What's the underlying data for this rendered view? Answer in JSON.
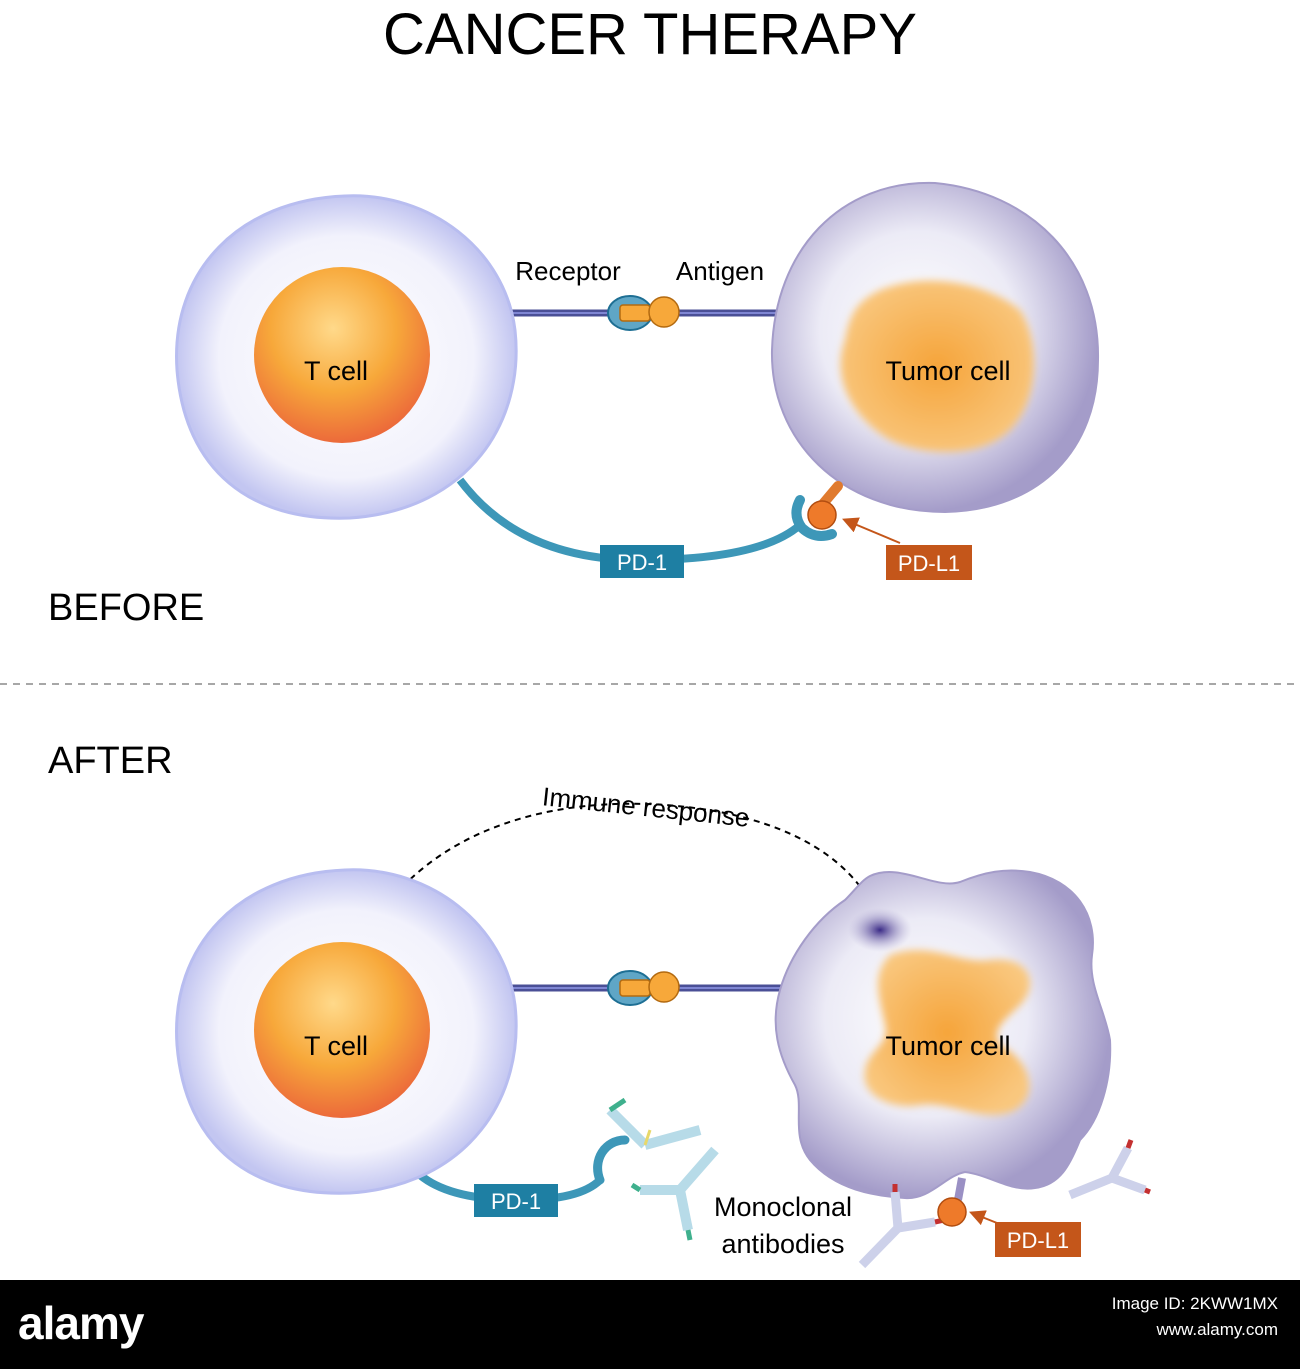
{
  "title": "CANCER THERAPY",
  "before": {
    "heading": "BEFORE",
    "t_cell_label": "T cell",
    "tumor_cell_label": "Tumor cell",
    "receptor_label": "Receptor",
    "antigen_label": "Antigen",
    "pd1_label": "PD-1",
    "pdl1_label": "PD-L1"
  },
  "after": {
    "heading": "AFTER",
    "t_cell_label": "T cell",
    "tumor_cell_label": "Tumor cell",
    "immune_response_label": "Immune response",
    "pd1_label": "PD-1",
    "pdl1_label": "PD-L1",
    "antibodies_line1": "Monoclonal",
    "antibodies_line2": "antibodies"
  },
  "colors": {
    "pd1_tag": "#1e7fa3",
    "pdl1_tag": "#c4561a",
    "connector": "#4a4f96",
    "cell_membrane": "#b8bdf0",
    "nucleus": "#f5a623",
    "tumor_body": "#b3acd4"
  },
  "footer": {
    "logo": "alamy",
    "image_id": "Image ID: 2KWW1MX",
    "site": "www.alamy.com"
  }
}
